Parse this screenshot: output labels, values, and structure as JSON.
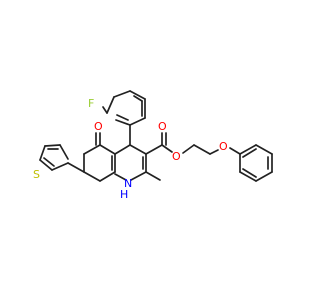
{
  "colors": {
    "bond": "#222222",
    "oxygen": "#ff0000",
    "nitrogen": "#0000ff",
    "sulfur": "#bfbf00",
    "fluorine": "#9acd32",
    "carbon": "#222222",
    "background": "#ffffff"
  },
  "atoms": {
    "fluorine": "F",
    "ketone_oxygen": "O",
    "ester_carbonyl_oxygen": "O",
    "ester_oxygen": "O",
    "ether_oxygen": "O",
    "nitrogen": "N",
    "nitrogen_hydrogen": "H",
    "sulfur": "S"
  }
}
